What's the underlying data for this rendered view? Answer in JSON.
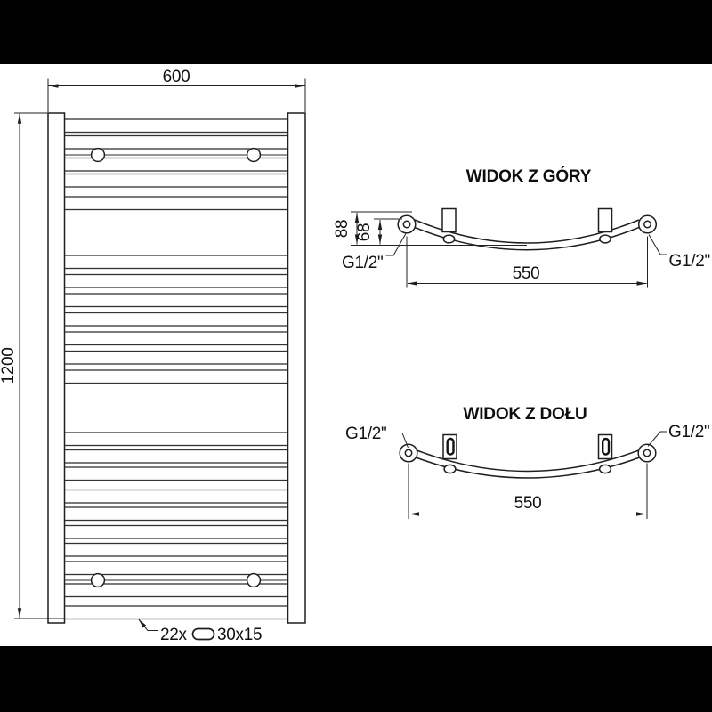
{
  "front_view": {
    "width_label": "600",
    "height_label": "1200",
    "note_count": "22x",
    "note_profile": "30x15",
    "tube_height": 14.5,
    "tube_rows": [
      134,
      152.5,
      177.5,
      195.5,
      221,
      287,
      308.5,
      330,
      351.5,
      373,
      394.5,
      416,
      486,
      505.5,
      525,
      550.5,
      570,
      590.5,
      610.5,
      631,
      656,
      681
    ]
  },
  "top_view": {
    "title": "WIDOK Z GÓRY",
    "dim_total_depth": "88",
    "dim_axis_depth": "68",
    "dim_spacing": "550",
    "thread_left": "G1/2\"",
    "thread_right": "G1/2\""
  },
  "bottom_view": {
    "title": "WIDOK Z DOŁU",
    "dim_spacing": "550",
    "thread_left": "G1/2\"",
    "thread_right": "G1/2\""
  },
  "colors": {
    "line": "#1f1f1f",
    "background": "#ffffff",
    "letterbox": "#000000"
  }
}
